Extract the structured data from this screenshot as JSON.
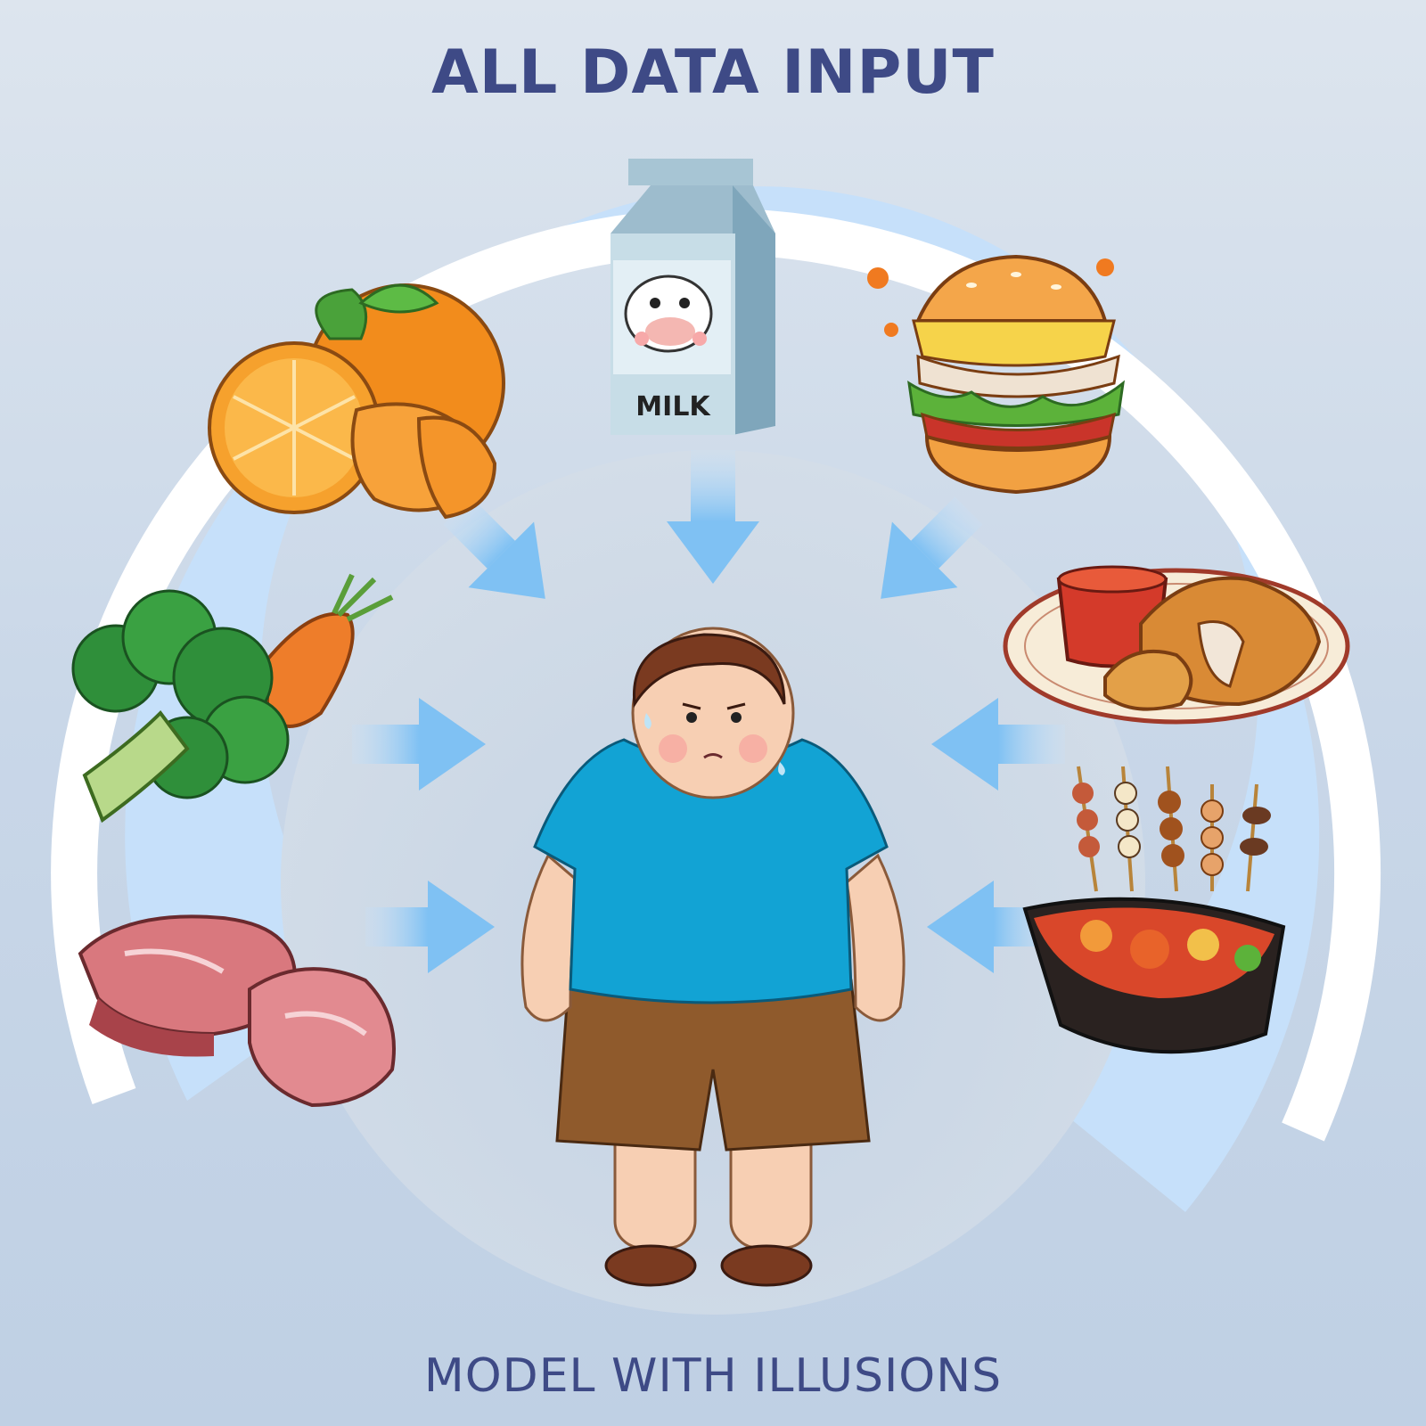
{
  "title": "ALL DATA INPUT",
  "caption": "MODEL WITH ILLUSIONS",
  "milk_label": "MILK",
  "colors": {
    "heading": "#3e4a86",
    "ring": "#ffffff",
    "halo": "#c6e0fa",
    "arrow": "#8cc8f5"
  },
  "inputs": [
    {
      "icon": "orange-icon"
    },
    {
      "icon": "milk-carton-icon"
    },
    {
      "icon": "burger-icon"
    },
    {
      "icon": "broccoli-carrot-icon"
    },
    {
      "icon": "fried-chicken-icon"
    },
    {
      "icon": "steak-icon"
    },
    {
      "icon": "skewers-hotpot-icon"
    }
  ],
  "center_figure": "overweight-boy-icon"
}
